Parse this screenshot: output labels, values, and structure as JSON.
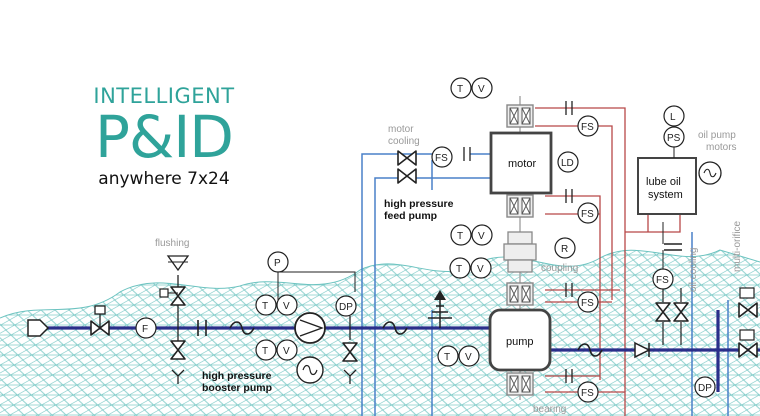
{
  "brand": {
    "line1": "INTELLIGENT",
    "line2": "P&ID",
    "line3": "anywhere 7x24"
  },
  "labels": {
    "flushing": "flushing",
    "motor_cooling_1": "motor",
    "motor_cooling_2": "cooling",
    "oil_pump_motors_1": "oil pump",
    "oil_pump_motors_2": "motors",
    "oil_cooling": "oil cooling",
    "multi_orifice": "multi-orifice",
    "coupling": "coupling",
    "bearing": "bearing",
    "hp_feed_1": "high pressure",
    "hp_feed_2": "feed pump",
    "hp_booster_1": "high pressure",
    "hp_booster_2": "booster pump"
  },
  "equipment": {
    "motor": "motor",
    "lube_1": "lube oil",
    "lube_2": "system",
    "pump": "pump"
  },
  "instruments": {
    "t": "T",
    "v": "V",
    "fs": "FS",
    "f": "F",
    "p": "P",
    "dp": "DP",
    "ld": "LD",
    "r": "R",
    "l": "L",
    "ps": "PS"
  },
  "colors": {
    "teal": "#2fa39a",
    "mesh": "#6cc3c0",
    "process_line": "#2a2f8a",
    "water_line": "#4a80c8",
    "oil_line": "#b84848"
  }
}
